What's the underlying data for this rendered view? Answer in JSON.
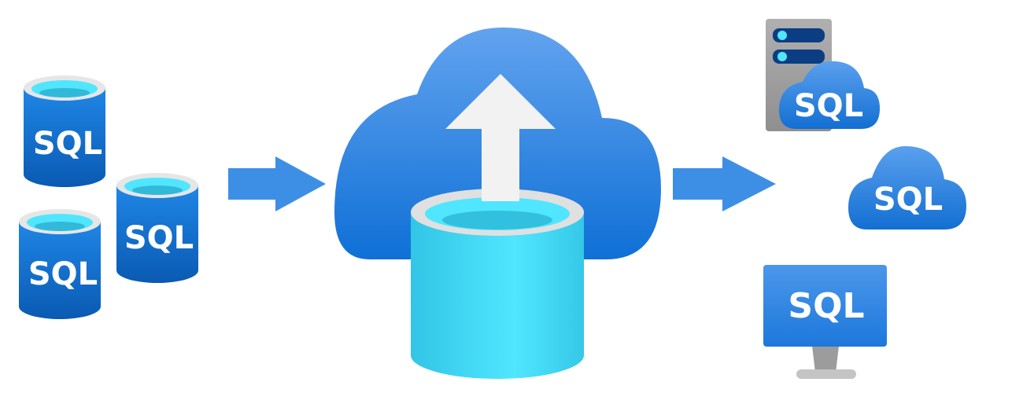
{
  "diagram": {
    "source_databases": [
      {
        "label": "SQL"
      },
      {
        "label": "SQL"
      },
      {
        "label": "SQL"
      }
    ],
    "targets": {
      "vm_cloud": {
        "label": "SQL"
      },
      "cloud": {
        "label": "SQL"
      },
      "monitor": {
        "label": "SQL"
      }
    },
    "colors": {
      "arrow": "#3d8fe6",
      "cloud_top": "#5ea0ef",
      "cloud_bottom": "#0f72d8",
      "db_body_top": "#1a7dde",
      "db_body_bottom": "#0b5cb5",
      "db_top_fill": "#50e6ff",
      "center_db": "#47dcf7",
      "server_body": "#a3a3a3",
      "upload_arrow": "#f2f2f2"
    }
  }
}
